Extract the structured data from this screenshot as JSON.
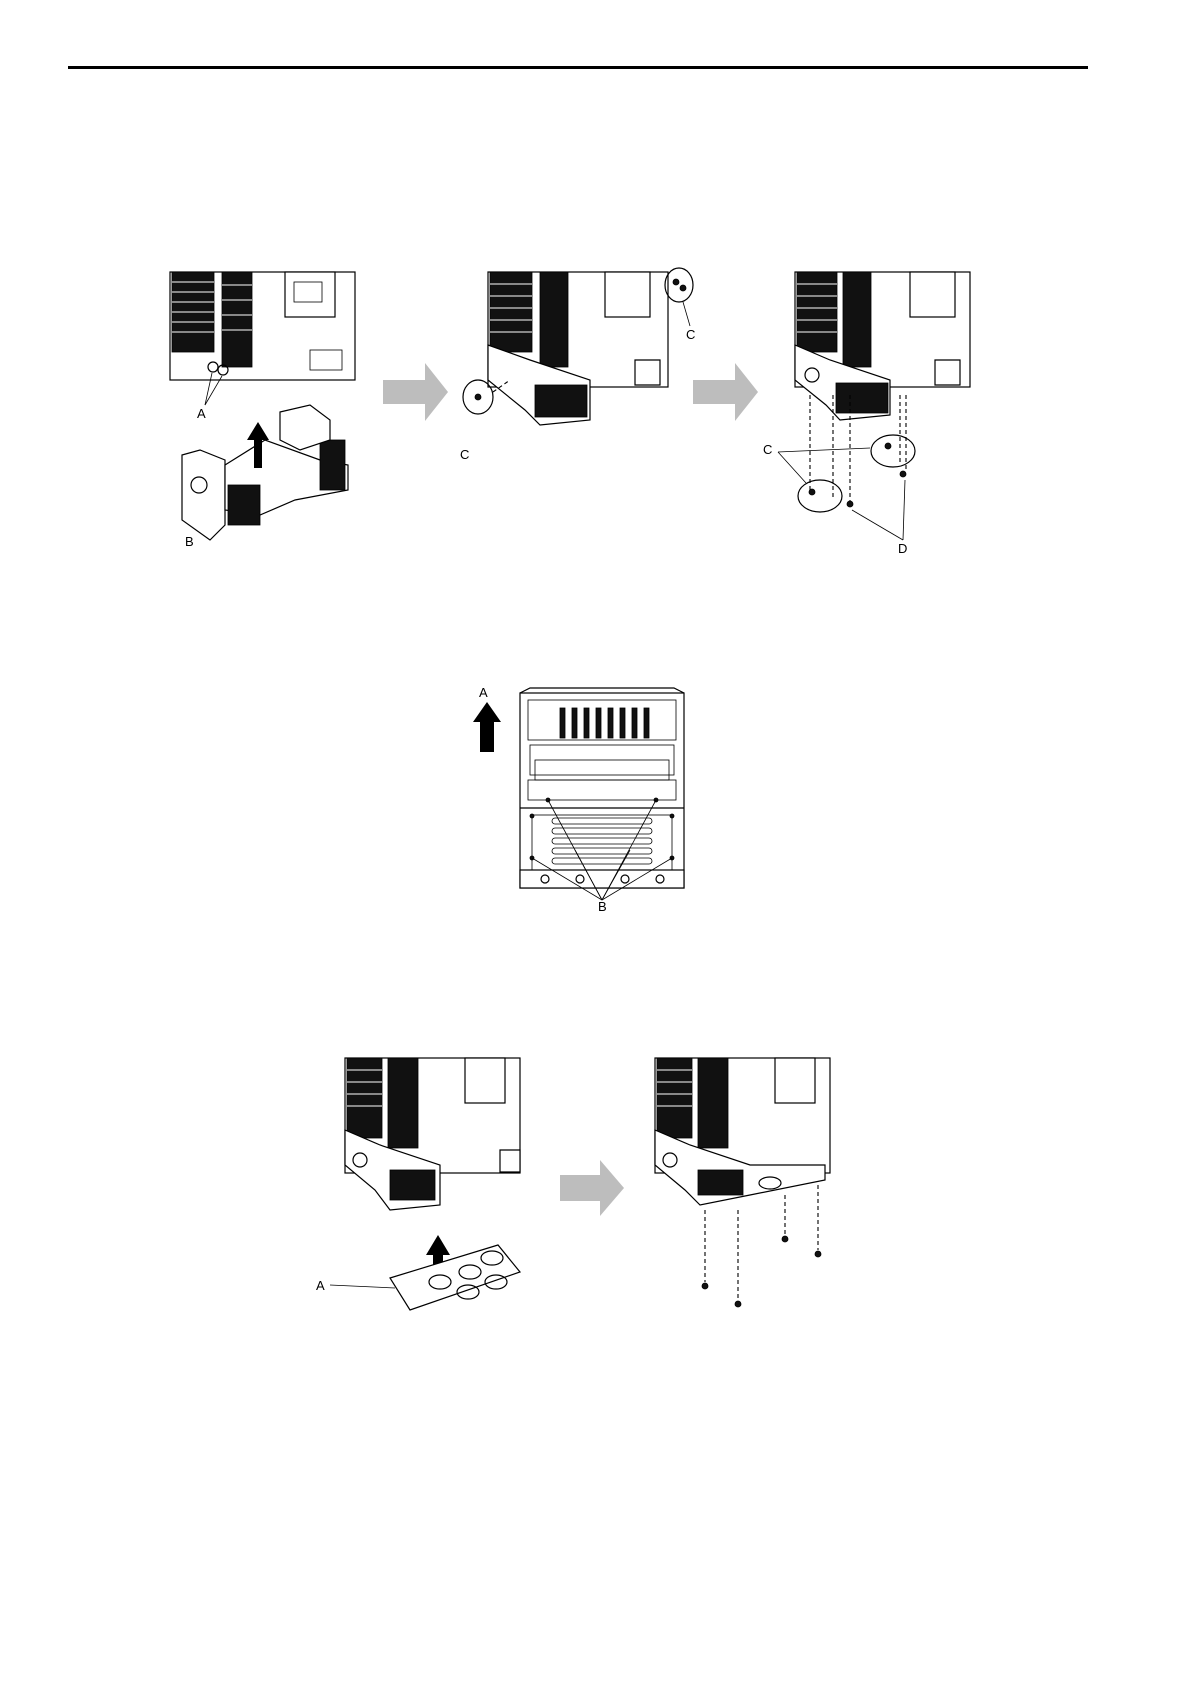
{
  "figure1": {
    "label_a": "A",
    "label_b": "B",
    "label_c1": "C",
    "label_c2": "C",
    "label_c3": "C",
    "label_d": "D"
  },
  "figure2": {
    "label_a": "A",
    "label_b": "B"
  },
  "figure3": {
    "label_a": "A"
  },
  "icons": [
    "arrow-right-icon",
    "arrow-up-icon"
  ],
  "colors": {
    "arrow_gray": "#bdbdbd",
    "line": "#000000"
  }
}
